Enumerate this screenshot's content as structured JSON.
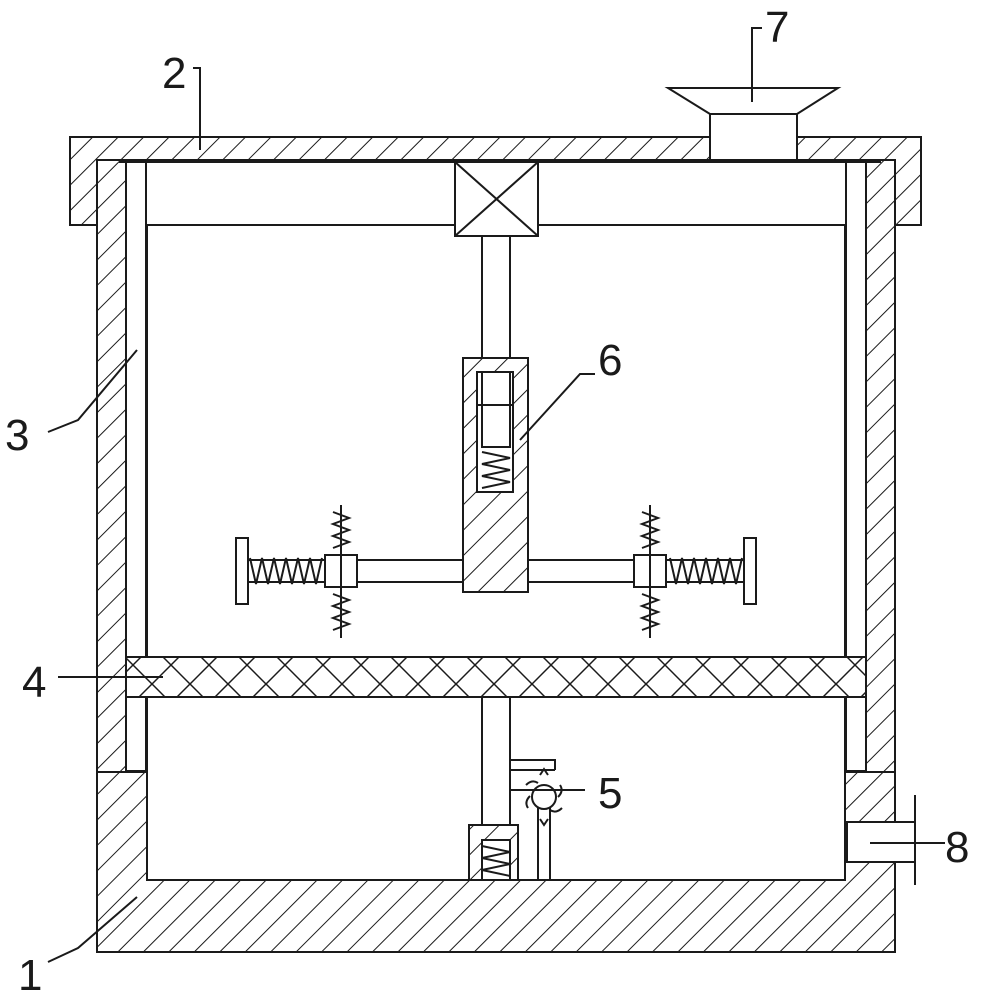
{
  "labels": {
    "l1": "1",
    "l2": "2",
    "l3": "3",
    "l4": "4",
    "l5": "5",
    "l6": "6",
    "l7": "7",
    "l8": "8"
  },
  "colors": {
    "stroke": "#1a1a1a",
    "fill": "#ffffff"
  }
}
